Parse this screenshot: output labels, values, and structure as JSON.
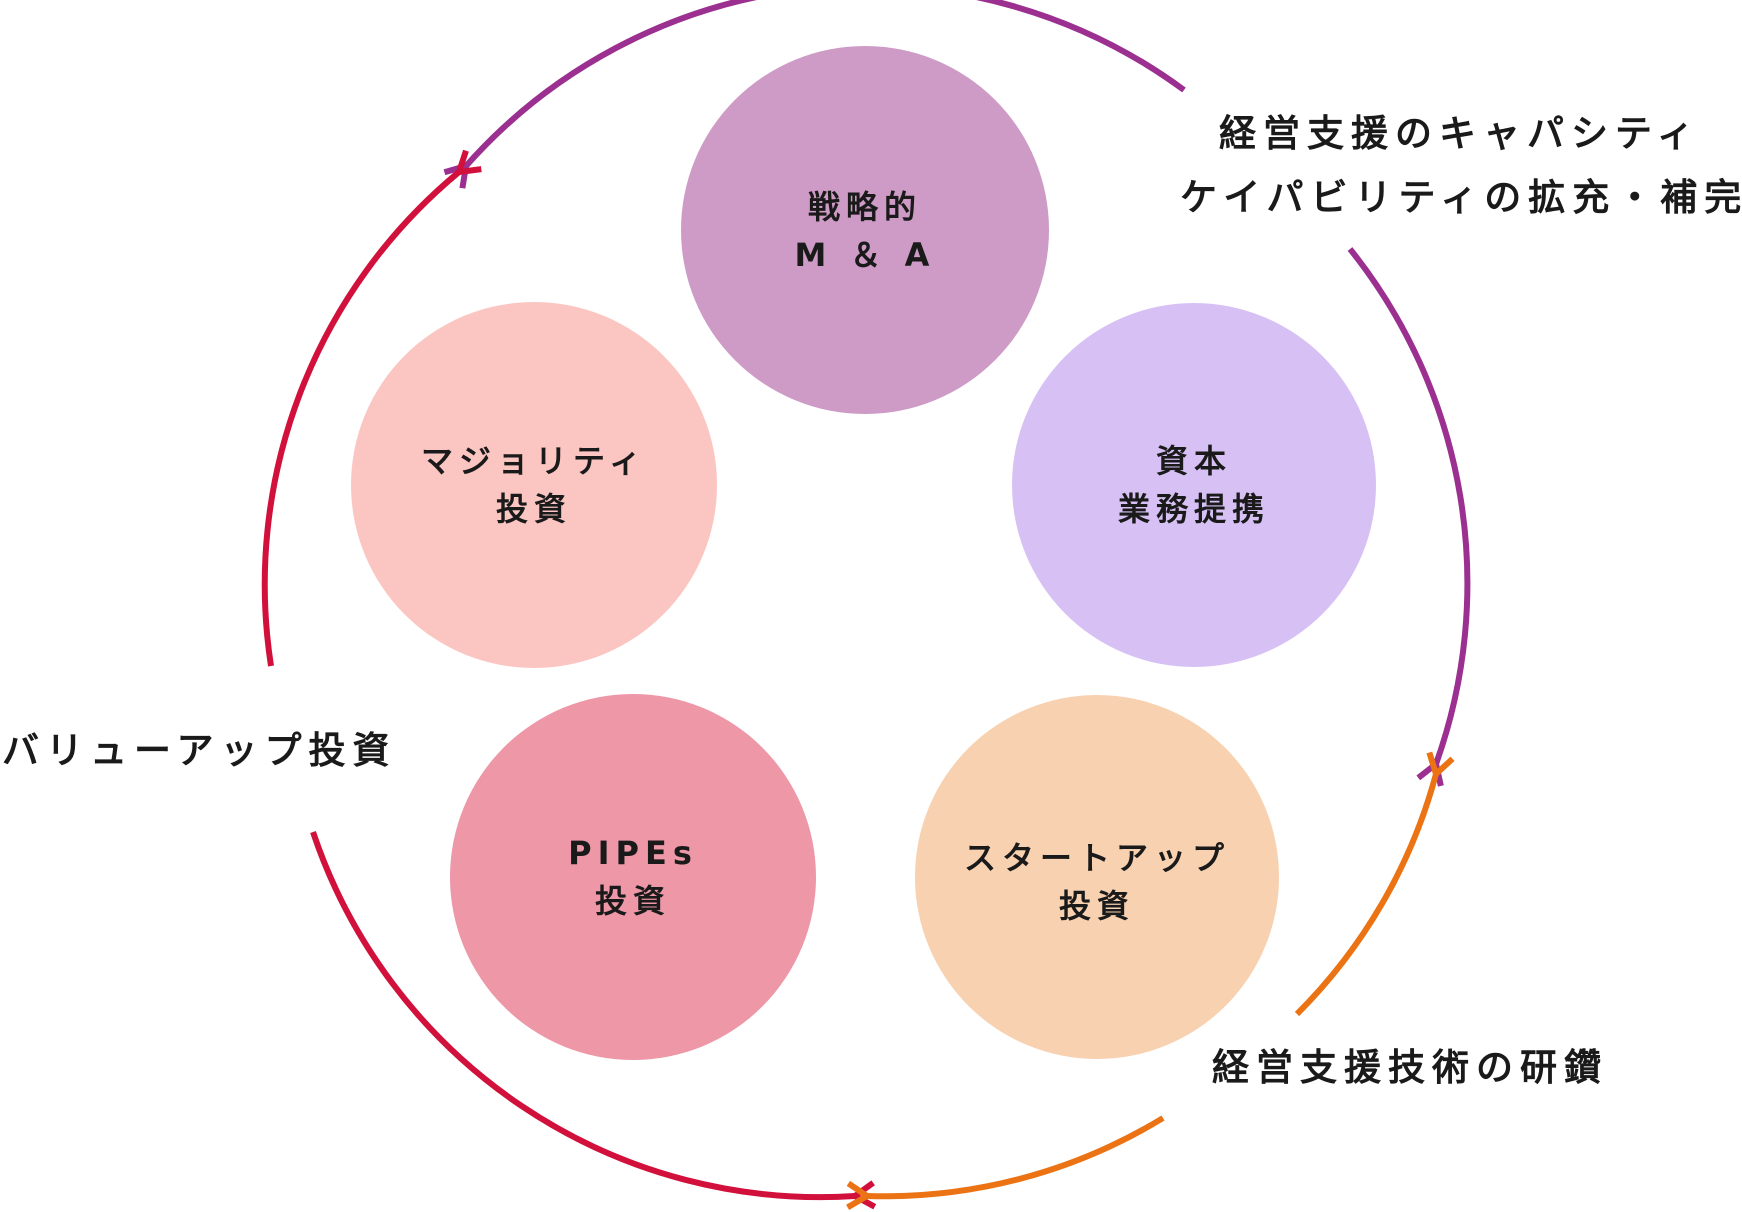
{
  "circles": [
    {
      "id": "ma",
      "line1": "戦略的",
      "line2": "M ＆ A",
      "color": "#CE9BC6"
    },
    {
      "id": "capital",
      "line1": "資本",
      "line2": "業務提携",
      "color": "#D7C1F4"
    },
    {
      "id": "startup",
      "line1": "スタートアップ",
      "line2": "投資",
      "color": "#F8D1B1"
    },
    {
      "id": "pipes",
      "line1": "PIPEs",
      "line2": "投資",
      "color": "#ED97A7"
    },
    {
      "id": "majority",
      "line1": "マジョリティ",
      "line2": "投資",
      "color": "#FBC6C2"
    }
  ],
  "outer_labels": {
    "capacity_line1": "経営支援のキャパシティ",
    "capacity_line2": "ケイパビリティの拡充・補完",
    "value_up": "バリューアップ投資",
    "technique": "経営支援技術の研鑽"
  },
  "colors": {
    "purple_arrow": "#9B3091",
    "red_arrow": "#D2103C",
    "orange_arrow": "#EC7314"
  }
}
